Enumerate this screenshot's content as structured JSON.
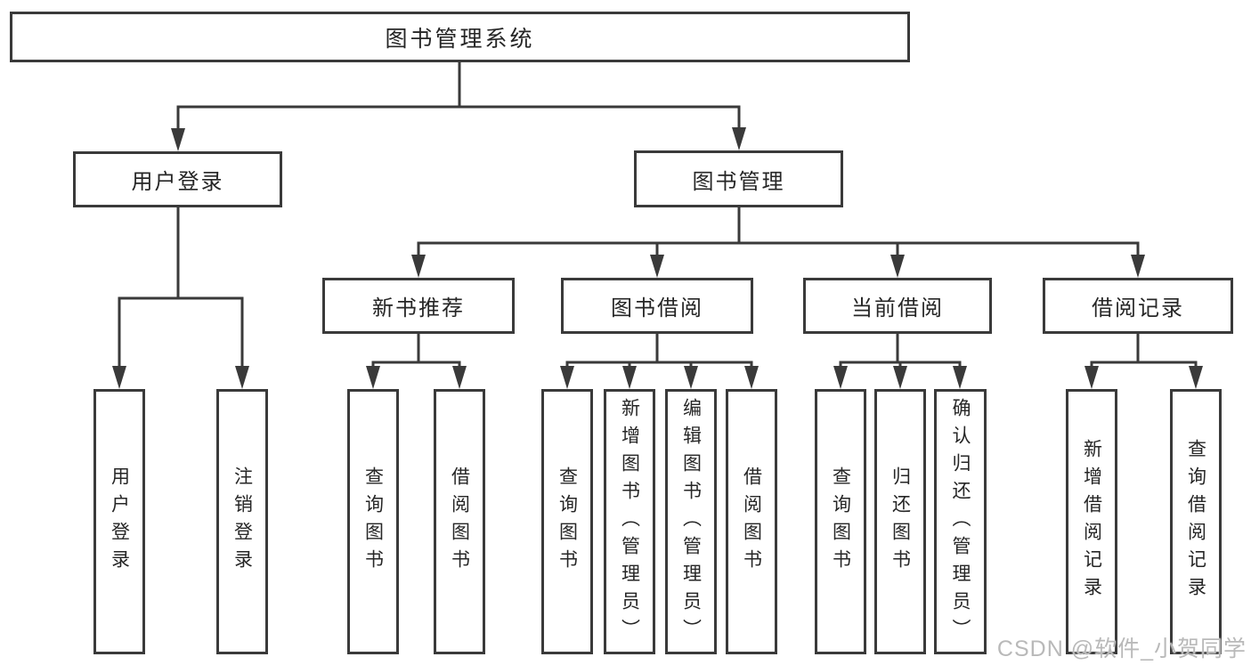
{
  "diagram": {
    "root": {
      "label": "图书管理系统"
    },
    "branches": {
      "user_login": {
        "label": "用户登录",
        "children": [
          "用户登录",
          "注销登录"
        ]
      },
      "book_management": {
        "label": "图书管理"
      }
    },
    "modules": {
      "new_book_recommend": {
        "label": "新书推荐",
        "children": [
          "查询图书",
          "借阅图书"
        ]
      },
      "book_borrow": {
        "label": "图书借阅",
        "children": [
          "查询图书",
          "新增图书（管理员）",
          "编辑图书（管理员）",
          "借阅图书"
        ]
      },
      "current_borrow": {
        "label": "当前借阅",
        "children": [
          "查询图书",
          "归还图书",
          "确认归还（管理员）"
        ]
      },
      "borrow_record": {
        "label": "借阅记录",
        "children": [
          "新增借阅记录",
          "查询借阅记录"
        ]
      }
    }
  },
  "watermark": {
    "text": "CSDN @软件_小贺同学"
  },
  "colors": {
    "line": "#3a3a3a",
    "text": "#262626",
    "watermark": "#b9b9b9",
    "background": "#ffffff"
  }
}
